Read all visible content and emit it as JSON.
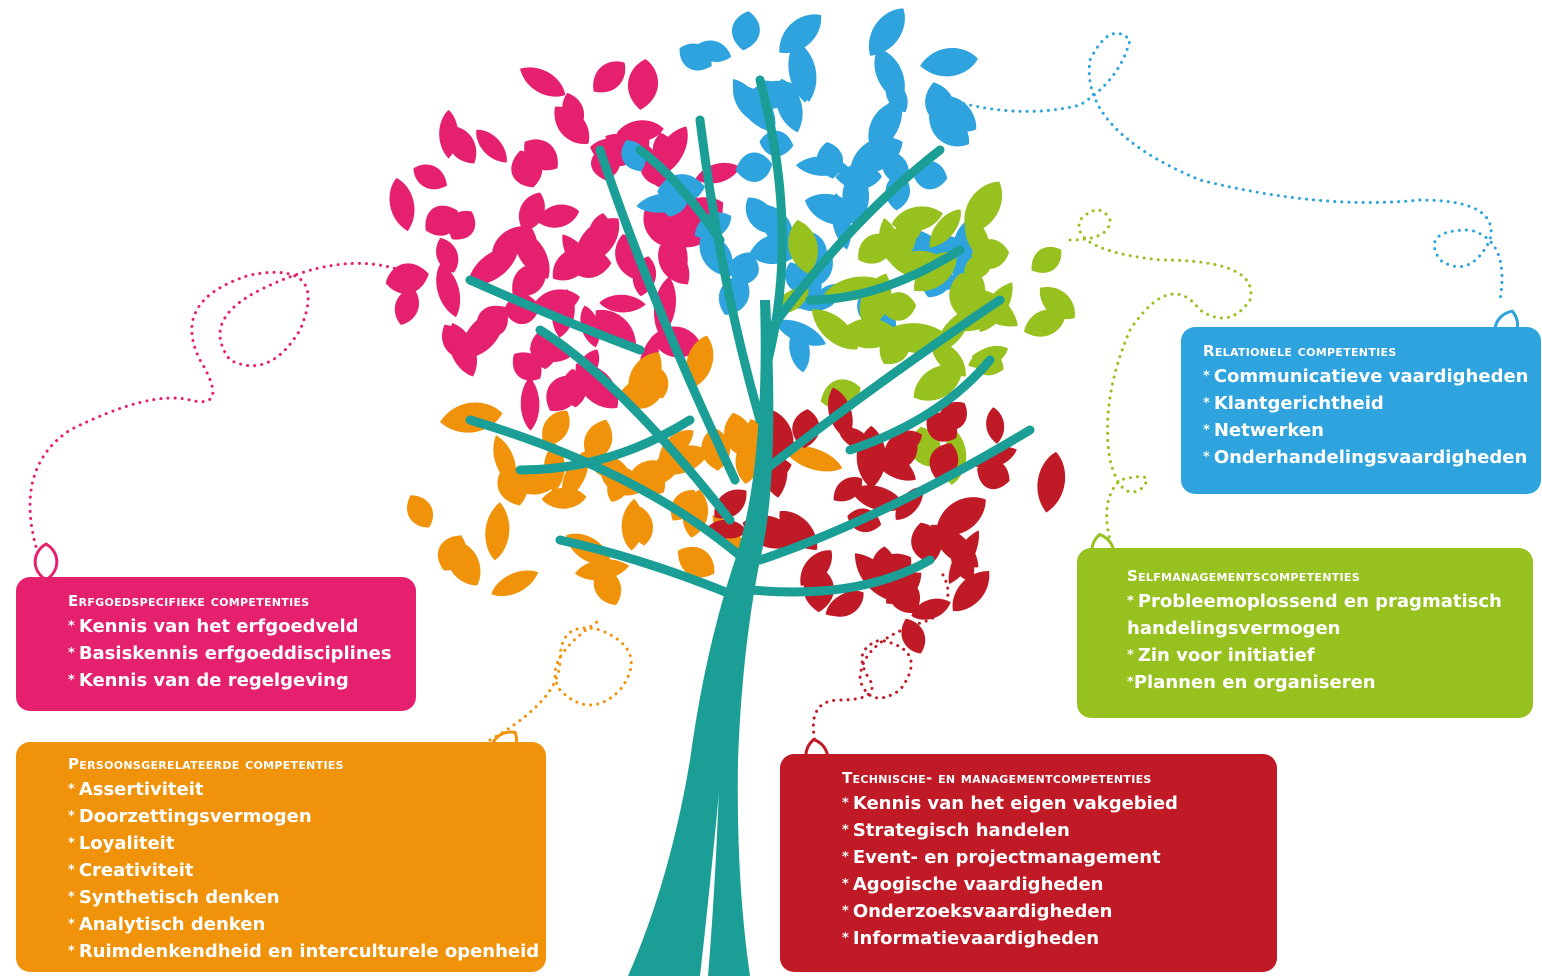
{
  "colors": {
    "pink": "#e5206f",
    "orange": "#f0930a",
    "blue": "#2ea3de",
    "green": "#96c11f",
    "red": "#c01a26",
    "trunk": "#1a9e96"
  },
  "boxes": {
    "erfgoed": {
      "title": "Erfgoedspecifieke competenties",
      "items": [
        "Kennis van het erfgoedveld",
        "Basiskennis erfgoeddisciplines",
        "Kennis van de regelgeving"
      ]
    },
    "persoon": {
      "title": "Persoonsgerelateerde competenties",
      "items": [
        "Assertiviteit",
        "Doorzettingsvermogen",
        "Loyaliteit",
        "Creativiteit",
        "Synthetisch denken",
        "Analytisch denken",
        "Ruimdenkendheid en interculturele openheid"
      ]
    },
    "relationeel": {
      "title": "Relationele competenties",
      "items": [
        "Communicatieve vaardigheden",
        "Klantgerichtheid",
        "Netwerken",
        "Onderhandelingsvaardigheden"
      ]
    },
    "self": {
      "title": "Selfmanagementscompetenties",
      "items": [
        "Probleemoplossend en pragmatisch handelingsvermogen",
        "Zin voor initiatief",
        "Plannen en organiseren"
      ]
    },
    "technisch": {
      "title": "Technische- en managementcompetenties",
      "items": [
        "Kennis van het eigen vakgebied",
        "Strategisch handelen",
        "Event- en projectmanagement",
        "Agogische vaardigheden",
        "Onderzoeksvaardigheden",
        "Informatievaardigheden"
      ]
    }
  }
}
